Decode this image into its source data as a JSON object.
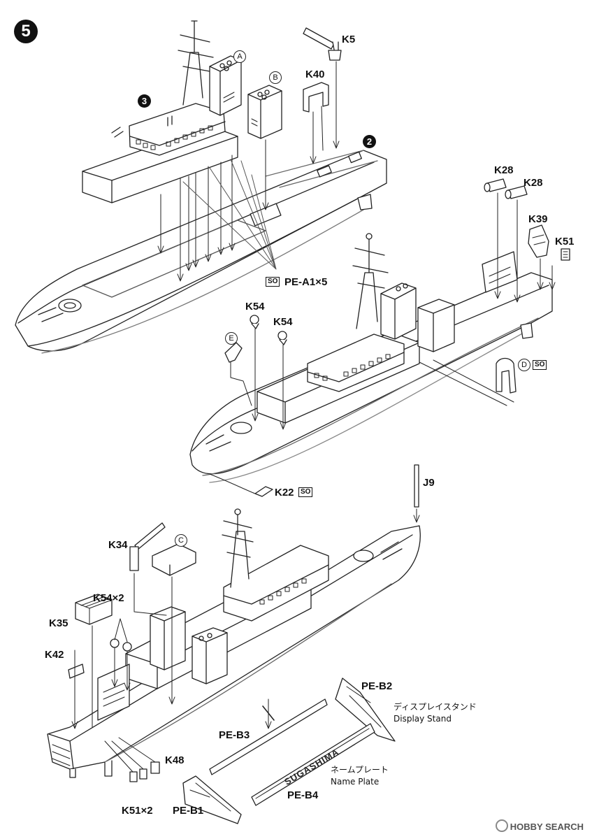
{
  "step_number": "5",
  "sub_steps": {
    "s3": "3",
    "s2": "2"
  },
  "parts": {
    "K5": "K5",
    "K40": "K40",
    "K28a": "K28",
    "K28b": "K28",
    "K39": "K39",
    "K51": "K51",
    "K54a": "K54",
    "K54b": "K54",
    "K22": "K22",
    "J9": "J9",
    "K34": "K34",
    "K54x2": "K54×2",
    "K35": "K35",
    "K42": "K42",
    "K48": "K48",
    "K51x2": "K51×2",
    "PEA1": "PE-A1×5",
    "PEB1": "PE-B1",
    "PEB2": "PE-B2",
    "PEB3": "PE-B3",
    "PEB4": "PE-B4"
  },
  "callouts": {
    "A": "A",
    "B": "B",
    "C": "C",
    "D": "D",
    "E": "E"
  },
  "so_badge": "SO",
  "stand": {
    "jp": "ディスプレイスタンド",
    "en": "Display Stand"
  },
  "nameplate": {
    "jp": "ネームプレート",
    "en": "Name Plate",
    "ship_name": "SUGASHIMA"
  },
  "watermark": {
    "brand": "HOBBY SEARCH"
  }
}
